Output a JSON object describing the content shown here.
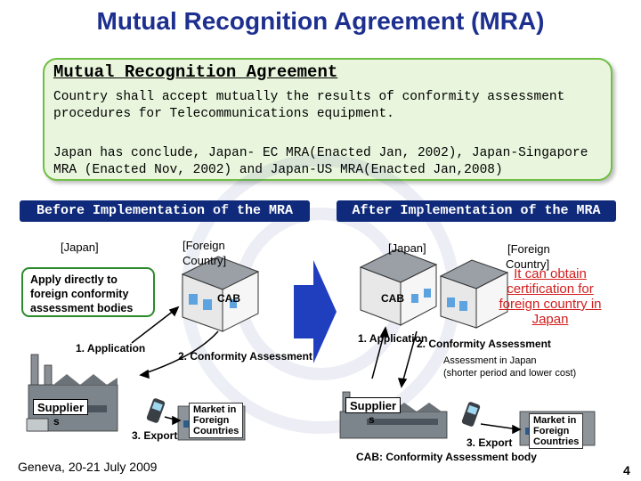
{
  "title": "Mutual Recognition Agreement (MRA)",
  "definition": {
    "heading": "Mutual Recognition Agreement",
    "line1": "Country shall accept mutually the results of conformity assessment",
    "line2": "procedures for Telecommunications equipment.",
    "line3": "Japan has conclude, Japan- EC MRA(Enacted Jan, 2002), Japan-Singapore",
    "line4": "MRA (Enacted Nov, 2002) and Japan-US MRA(Enacted Jan,2008)"
  },
  "before": {
    "banner": "Before Implementation of the MRA",
    "japan": "[Japan]",
    "foreign_1": "[Foreign",
    "foreign_2": "Country]",
    "callout": "Apply directly to foreign conformity assessment bodies",
    "cab": "CAB",
    "step1": "1. Application",
    "step2": "2. Conformity Assessment",
    "step3": "3. Export",
    "supplier_1": "Supplier",
    "supplier_2": "s",
    "market_1": "Market in",
    "market_2": "Foreign",
    "market_3": "Countries"
  },
  "after": {
    "banner": "After Implementation of the MRA",
    "japan": "[Japan]",
    "foreign_1": "[Foreign",
    "foreign_2": "Country]",
    "red_1": "It can obtain",
    "red_2": "certification for",
    "red_3": "foreign country in",
    "red_4": "Japan",
    "cab": "CAB",
    "step1": "1. Application",
    "step2": "2. Conformity Assessment",
    "note_1": "Assessment in Japan",
    "note_2": "(shorter period and lower cost)",
    "step3": "3. Export",
    "supplier_1": "Supplier",
    "supplier_2": "s",
    "market_1": "Market in",
    "market_2": "Foreign",
    "market_3": "Countries",
    "cab_def": "CAB: Conformity Assessment body"
  },
  "footer": {
    "venue": "Geneva, 20-21 July 2009",
    "page": "4"
  },
  "colors": {
    "title": "#1d2f8f",
    "banner": "#0f2a7a",
    "box_fill": "#e9f6dd",
    "box_border": "#6fbf45",
    "highlight_red": "#d21d1d",
    "arrow_blue": "#1f3fbf"
  }
}
